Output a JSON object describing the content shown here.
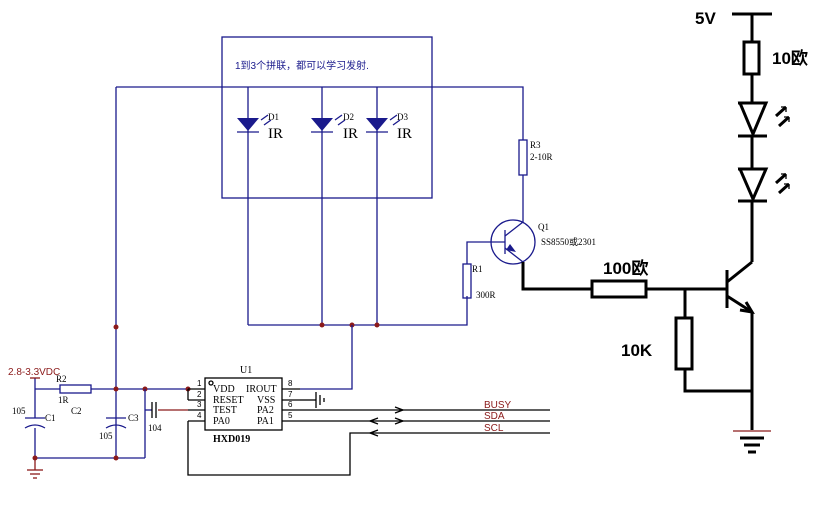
{
  "note": "1到3个拼联，都可以学习发射.",
  "leds": [
    {
      "ref": "D1",
      "type": "IR"
    },
    {
      "ref": "D2",
      "type": "IR"
    },
    {
      "ref": "D3",
      "type": "IR"
    }
  ],
  "r3": {
    "ref": "R3",
    "value": "2-10R"
  },
  "q1": {
    "ref": "Q1",
    "value": "SS8550或2301"
  },
  "r1": {
    "ref": "R1",
    "value": "300R"
  },
  "r2": {
    "ref": "R2",
    "value": "1R"
  },
  "supply": "2.8-3.3VDC",
  "c1": {
    "ref": "C1",
    "value": "105"
  },
  "c2": {
    "ref": "C2"
  },
  "c3": {
    "ref": "C3",
    "value": "105"
  },
  "c_extra": {
    "value": "104"
  },
  "u1": {
    "ref": "U1",
    "part": "HXD019",
    "left_pins": [
      {
        "num": "1",
        "name": "VDD"
      },
      {
        "num": "2",
        "name": "RESET"
      },
      {
        "num": "3",
        "name": "TEST"
      },
      {
        "num": "4",
        "name": "PA0"
      }
    ],
    "right_pins": [
      {
        "num": "8",
        "name": "IROUT"
      },
      {
        "num": "7",
        "name": "VSS"
      },
      {
        "num": "6",
        "name": "PA2"
      },
      {
        "num": "5",
        "name": "PA1"
      }
    ]
  },
  "nets": [
    "BUSY",
    "SDA",
    "SCL"
  ],
  "driver": {
    "vcc": "5V",
    "r_top": "10欧",
    "r_base": "100欧",
    "r_pull": "10K"
  }
}
